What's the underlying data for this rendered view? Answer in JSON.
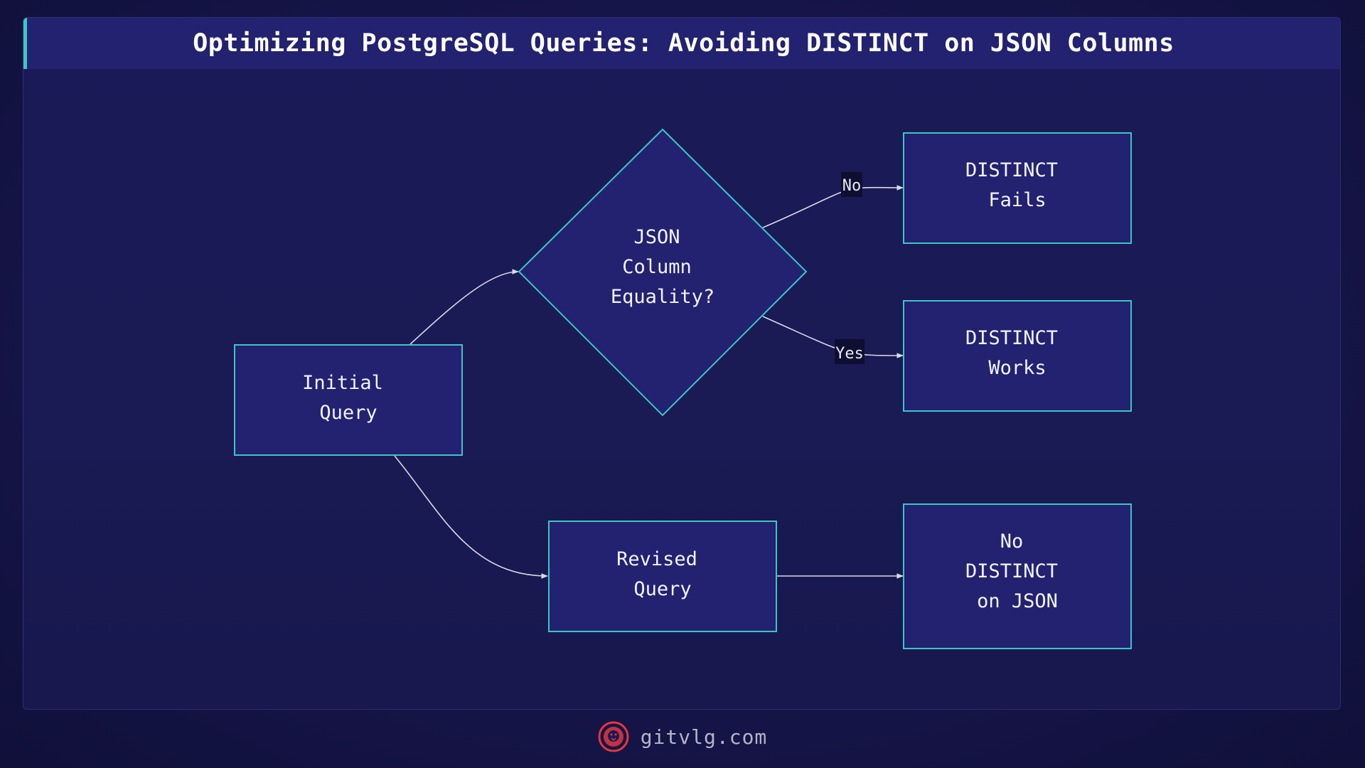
{
  "title": "Optimizing PostgreSQL Queries: Avoiding DISTINCT on JSON Columns",
  "nodes": {
    "initial_query": [
      "Initial",
      "Query"
    ],
    "json_equality": [
      "JSON",
      "Column",
      "Equality?"
    ],
    "distinct_fails": [
      "DISTINCT",
      "Fails"
    ],
    "distinct_works": [
      "DISTINCT",
      "Works"
    ],
    "revised_query": [
      "Revised",
      "Query"
    ],
    "no_distinct_json": [
      "No",
      "DISTINCT",
      "on JSON"
    ]
  },
  "edges": {
    "no_label": "No",
    "yes_label": "Yes"
  },
  "footer": {
    "site": "gitvlg.com"
  },
  "colors": {
    "node_fill": "#232270",
    "node_stroke": "#3cc6c4",
    "edge": "#d8d8e8",
    "accent": "#3cc6c4",
    "logo": "#e0383e"
  }
}
